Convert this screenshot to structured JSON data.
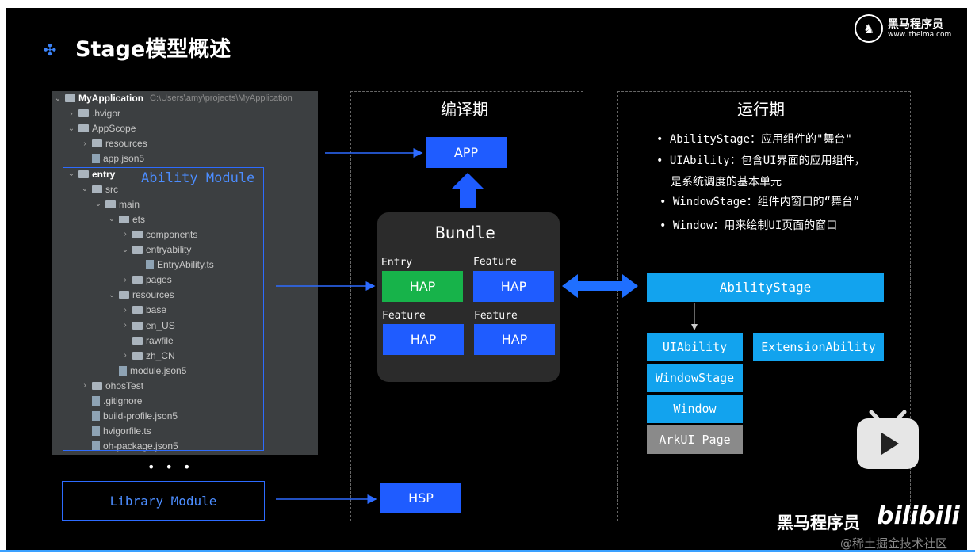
{
  "slide": {
    "title": "Stage模型概述",
    "logo": {
      "name": "黑马程序员",
      "url_text": "www.itheima.com"
    }
  },
  "tree": {
    "rows": [
      {
        "label": "MyApplication",
        "path": "C:\\Users\\amy\\projects\\MyApplication",
        "chev": "⌄",
        "kind": "folder",
        "indent": 0
      },
      {
        "label": ".hvigor",
        "chev": "›",
        "kind": "folder",
        "indent": 1
      },
      {
        "label": "AppScope",
        "chev": "⌄",
        "kind": "folder",
        "indent": 1
      },
      {
        "label": "resources",
        "chev": "›",
        "kind": "folder",
        "indent": 2
      },
      {
        "label": "app.json5",
        "chev": "",
        "kind": "file",
        "indent": 2
      },
      {
        "label": "entry",
        "chev": "⌄",
        "kind": "folder",
        "indent": 1
      },
      {
        "label": "src",
        "chev": "⌄",
        "kind": "folder",
        "indent": 2
      },
      {
        "label": "main",
        "chev": "⌄",
        "kind": "folder",
        "indent": 3
      },
      {
        "label": "ets",
        "chev": "⌄",
        "kind": "folder",
        "indent": 4
      },
      {
        "label": "components",
        "chev": "›",
        "kind": "folder",
        "indent": 5
      },
      {
        "label": "entryability",
        "chev": "⌄",
        "kind": "folder",
        "indent": 5
      },
      {
        "label": "EntryAbility.ts",
        "chev": "",
        "kind": "file",
        "indent": 6
      },
      {
        "label": "pages",
        "chev": "›",
        "kind": "folder",
        "indent": 5
      },
      {
        "label": "resources",
        "chev": "⌄",
        "kind": "folder",
        "indent": 4
      },
      {
        "label": "base",
        "chev": "›",
        "kind": "folder",
        "indent": 5
      },
      {
        "label": "en_US",
        "chev": "›",
        "kind": "folder",
        "indent": 5
      },
      {
        "label": "rawfile",
        "chev": "",
        "kind": "folder",
        "indent": 5
      },
      {
        "label": "zh_CN",
        "chev": "›",
        "kind": "folder",
        "indent": 5
      },
      {
        "label": "module.json5",
        "chev": "",
        "kind": "file",
        "indent": 4
      },
      {
        "label": "ohosTest",
        "chev": "›",
        "kind": "folder",
        "indent": 2
      },
      {
        "label": ".gitignore",
        "chev": "",
        "kind": "file",
        "indent": 2
      },
      {
        "label": "build-profile.json5",
        "chev": "",
        "kind": "file",
        "indent": 2
      },
      {
        "label": "hvigorfile.ts",
        "chev": "",
        "kind": "file",
        "indent": 2
      },
      {
        "label": "oh-package.json5",
        "chev": "",
        "kind": "file",
        "indent": 2
      }
    ],
    "ability_module": "Ability Module",
    "ellipsis": "• • •",
    "library_module": "Library Module"
  },
  "compile": {
    "title": "编译期",
    "app": "APP",
    "bundle": "Bundle",
    "haps": [
      {
        "label": "Entry",
        "box": "HAP",
        "color": "#17b34a"
      },
      {
        "label": "Feature",
        "box": "HAP",
        "color": "#1f5cff"
      },
      {
        "label": "Feature",
        "box": "HAP",
        "color": "#1f5cff"
      },
      {
        "label": "Feature",
        "box": "HAP",
        "color": "#1f5cff"
      }
    ],
    "hsp": "HSP"
  },
  "runtime": {
    "title": "运行期",
    "bullets": [
      "AbilityStage：应用组件的\"舞台\"",
      "UIAbility：包含UI界面的应用组件，",
      "是系统调度的基本单元",
      "WindowStage：组件内窗口的“舞台”",
      "Window：用来绘制UI页面的窗口"
    ],
    "ability_stage": "AbilityStage",
    "ui_ability": "UIAbility",
    "extension_ability": "ExtensionAbility",
    "window_stage": "WindowStage",
    "window": "Window",
    "arkui_page": "ArkUI Page"
  },
  "watermark": {
    "brand": "黑马程序员",
    "site": "bilibili",
    "credit": "@稀土掘金技术社区"
  },
  "colors": {
    "accent": "#1f5cff",
    "cyan": "#12a3ee",
    "green": "#17b34a",
    "grey": "#8a8a8a"
  }
}
